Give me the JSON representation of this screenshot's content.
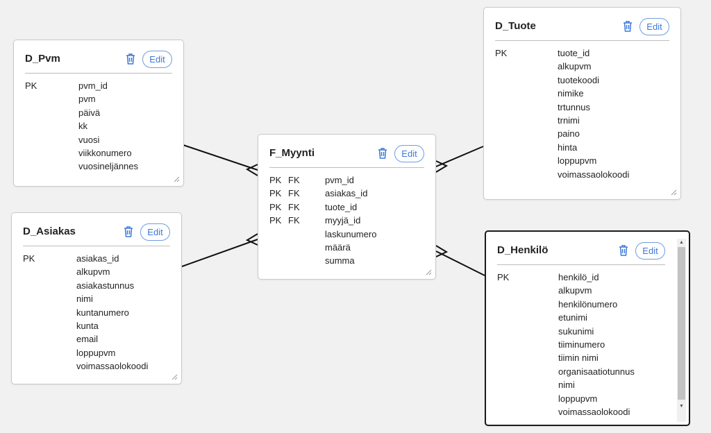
{
  "diagram": {
    "edit_label": "Edit",
    "tables": [
      {
        "id": "d_pvm",
        "title": "D_Pvm",
        "columns": [
          {
            "key": "PK",
            "fk": "",
            "name": "pvm_id"
          },
          {
            "key": "",
            "fk": "",
            "name": "pvm"
          },
          {
            "key": "",
            "fk": "",
            "name": "päivä"
          },
          {
            "key": "",
            "fk": "",
            "name": "kk"
          },
          {
            "key": "",
            "fk": "",
            "name": "vuosi"
          },
          {
            "key": "",
            "fk": "",
            "name": "viikkonumero"
          },
          {
            "key": "",
            "fk": "",
            "name": "vuosineljännes"
          }
        ]
      },
      {
        "id": "d_asiakas",
        "title": "D_Asiakas",
        "columns": [
          {
            "key": "PK",
            "fk": "",
            "name": "asiakas_id"
          },
          {
            "key": "",
            "fk": "",
            "name": "alkupvm"
          },
          {
            "key": "",
            "fk": "",
            "name": "asiakastunnus"
          },
          {
            "key": "",
            "fk": "",
            "name": "nimi"
          },
          {
            "key": "",
            "fk": "",
            "name": "kuntanumero"
          },
          {
            "key": "",
            "fk": "",
            "name": "kunta"
          },
          {
            "key": "",
            "fk": "",
            "name": "email"
          },
          {
            "key": "",
            "fk": "",
            "name": "loppupvm"
          },
          {
            "key": "",
            "fk": "",
            "name": "voimassaolokoodi"
          }
        ]
      },
      {
        "id": "f_myynti",
        "title": "F_Myynti",
        "columns": [
          {
            "key": "PK",
            "fk": "FK",
            "name": "pvm_id"
          },
          {
            "key": "PK",
            "fk": "FK",
            "name": "asiakas_id"
          },
          {
            "key": "PK",
            "fk": "FK",
            "name": "tuote_id"
          },
          {
            "key": "PK",
            "fk": "FK",
            "name": "myyjä_id"
          },
          {
            "key": "",
            "fk": "",
            "name": "laskunumero"
          },
          {
            "key": "",
            "fk": "",
            "name": "määrä"
          },
          {
            "key": "",
            "fk": "",
            "name": "summa"
          }
        ]
      },
      {
        "id": "d_tuote",
        "title": "D_Tuote",
        "columns": [
          {
            "key": "PK",
            "fk": "",
            "name": "tuote_id"
          },
          {
            "key": "",
            "fk": "",
            "name": "alkupvm"
          },
          {
            "key": "",
            "fk": "",
            "name": "tuotekoodi"
          },
          {
            "key": "",
            "fk": "",
            "name": "nimike"
          },
          {
            "key": "",
            "fk": "",
            "name": "trtunnus"
          },
          {
            "key": "",
            "fk": "",
            "name": "trnimi"
          },
          {
            "key": "",
            "fk": "",
            "name": "paino"
          },
          {
            "key": "",
            "fk": "",
            "name": "hinta"
          },
          {
            "key": "",
            "fk": "",
            "name": "loppupvm"
          },
          {
            "key": "",
            "fk": "",
            "name": "voimassaolokoodi"
          }
        ]
      },
      {
        "id": "d_henkilo",
        "title": "D_Henkilö",
        "columns": [
          {
            "key": "PK",
            "fk": "",
            "name": "henkilö_id"
          },
          {
            "key": "",
            "fk": "",
            "name": "alkupvm"
          },
          {
            "key": "",
            "fk": "",
            "name": "henkilönumero"
          },
          {
            "key": "",
            "fk": "",
            "name": "etunimi"
          },
          {
            "key": "",
            "fk": "",
            "name": "sukunimi"
          },
          {
            "key": "",
            "fk": "",
            "name": "tiiminumero"
          },
          {
            "key": "",
            "fk": "",
            "name": "tiimin nimi"
          },
          {
            "key": "",
            "fk": "",
            "name": "organisaatiotunnus"
          },
          {
            "key": "",
            "fk": "",
            "name": "nimi"
          },
          {
            "key": "",
            "fk": "",
            "name": "loppupvm"
          },
          {
            "key": "",
            "fk": "",
            "name": "voimassaolokoodi"
          }
        ]
      }
    ],
    "relationships": [
      {
        "from": "d_pvm",
        "to": "f_myynti",
        "cardinality": "one-to-many"
      },
      {
        "from": "d_asiakas",
        "to": "f_myynti",
        "cardinality": "one-to-many"
      },
      {
        "from": "d_tuote",
        "to": "f_myynti",
        "cardinality": "one-to-many"
      },
      {
        "from": "d_henkilo",
        "to": "f_myynti",
        "cardinality": "one-to-many"
      }
    ]
  }
}
